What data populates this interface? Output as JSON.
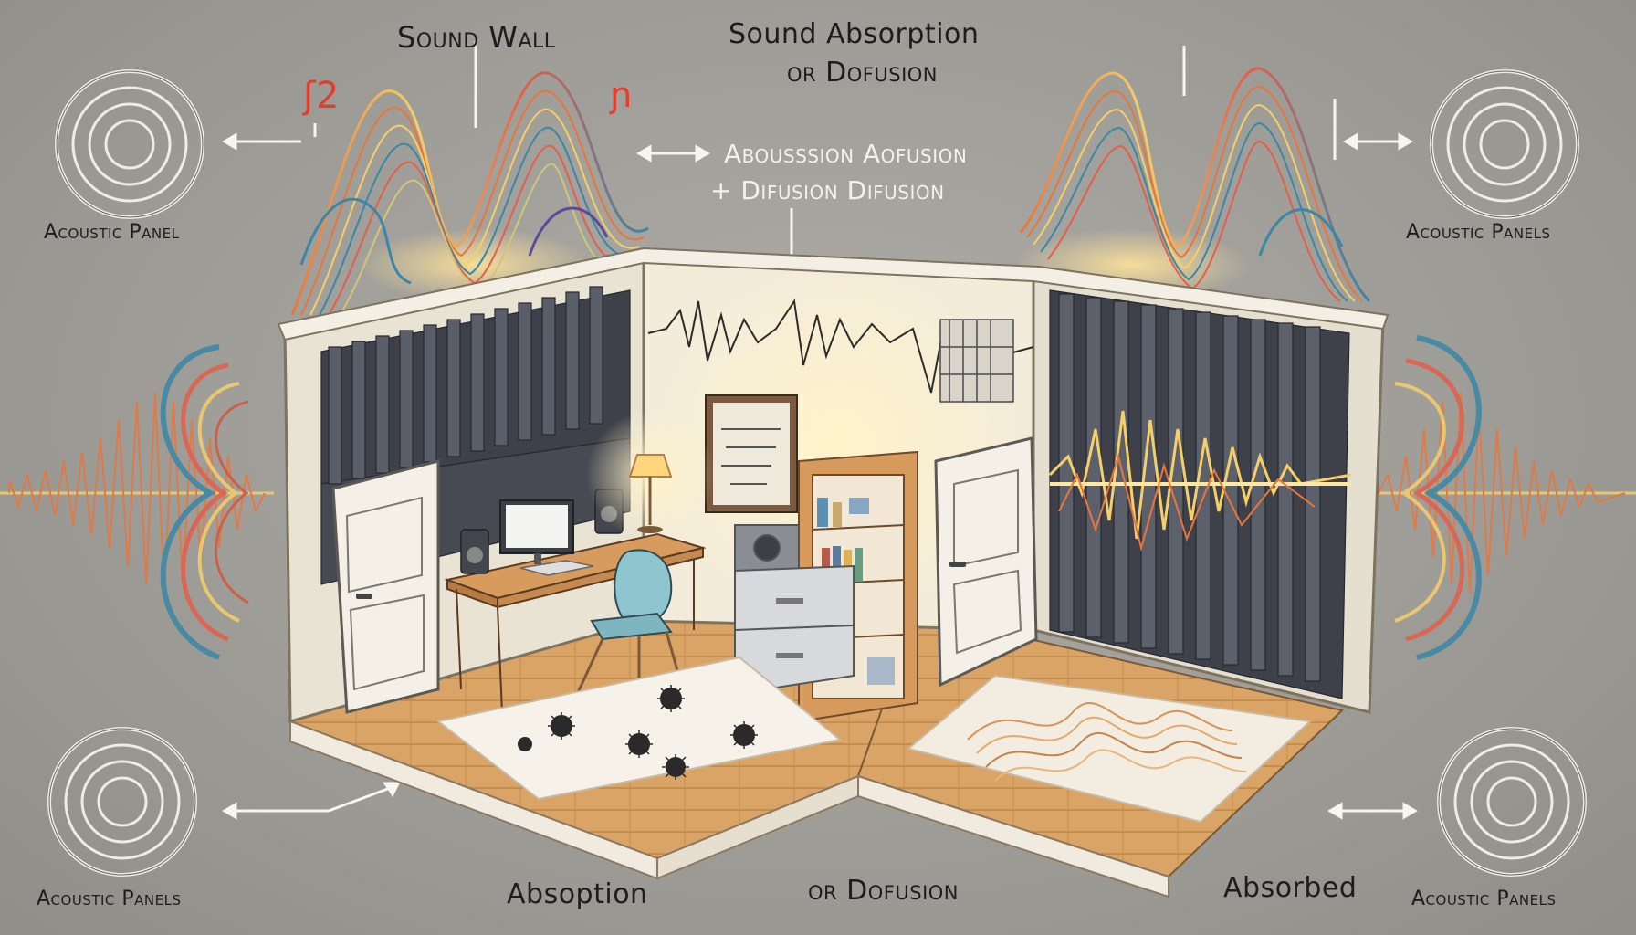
{
  "labels": {
    "top_left": "Sound Wall",
    "top_center_line1": "Sound Absorption",
    "top_center_line2": "or Dofusion",
    "middle_line1": "Abousssion Aofusion",
    "middle_line2": "+ Difusion Difusion",
    "left_upper_panel": "Acoustic Panel",
    "right_upper_panel": "Acoustic Panels",
    "left_lower_panel": "Acoustic Panels",
    "right_lower_panel": "Acoustic Panels",
    "bottom_left": "Absoption",
    "bottom_center": "or Dofusion",
    "bottom_right": "Absorbed",
    "glyph_left_a": "ʃ2",
    "glyph_left_b": "ɲ"
  },
  "colors": {
    "background": "#9d9b95",
    "wall": "#efe9dc",
    "floor": "#d9a466",
    "panel": "#3e4149",
    "wave_warm": "#e8763c",
    "wave_cool": "#3a87a6",
    "wave_yellow": "#f5cf6a"
  },
  "icons": [
    "concentric-circle-icon",
    "double-arrow-icon",
    "door-icon",
    "desk-lamp-icon",
    "monitor-icon",
    "speaker-icon",
    "chair-icon",
    "bookshelf-icon"
  ]
}
